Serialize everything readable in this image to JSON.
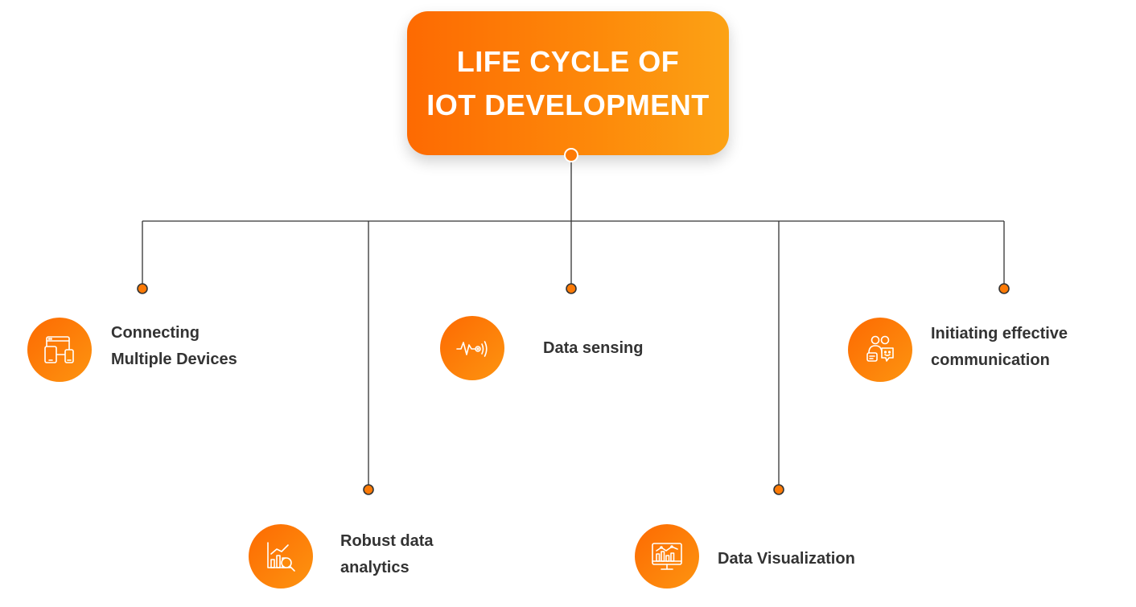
{
  "title": {
    "line1": "LIFE CYCLE OF",
    "line2": "IOT DEVELOPMENT"
  },
  "colors": {
    "accent": "#fd7a06",
    "accent_light": "#fca215",
    "line": "#333333",
    "text": "#333333"
  },
  "items": [
    {
      "icon": "devices-icon",
      "line1": "Connecting",
      "line2": "Multiple Devices"
    },
    {
      "icon": "analytics-icon",
      "line1": "Robust data",
      "line2": "analytics"
    },
    {
      "icon": "sensor-icon",
      "line1": "Data sensing"
    },
    {
      "icon": "monitor-chart-icon",
      "line1": "Data Visualization"
    },
    {
      "icon": "communication-icon",
      "line1": "Initiating effective",
      "line2": "communication"
    }
  ]
}
